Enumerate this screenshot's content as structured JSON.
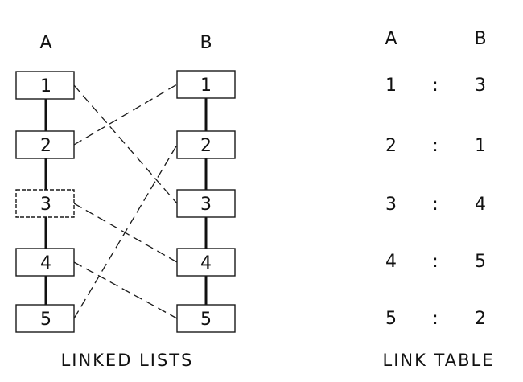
{
  "linked_lists": {
    "caption": "LINKED LISTS",
    "list_a": {
      "header": "A",
      "nodes": [
        "1",
        "2",
        "3",
        "4",
        "5"
      ]
    },
    "list_b": {
      "header": "B",
      "nodes": [
        "1",
        "2",
        "3",
        "4",
        "5"
      ]
    },
    "links": [
      {
        "from": "1",
        "to": "3"
      },
      {
        "from": "2",
        "to": "1"
      },
      {
        "from": "3",
        "to": "4"
      },
      {
        "from": "4",
        "to": "5"
      },
      {
        "from": "5",
        "to": "2"
      }
    ]
  },
  "link_table": {
    "caption": "LINK TABLE",
    "header_a": "A",
    "header_b": "B",
    "separator": ":",
    "rows": [
      {
        "a": "1",
        "b": "3"
      },
      {
        "a": "2",
        "b": "1"
      },
      {
        "a": "3",
        "b": "4"
      },
      {
        "a": "4",
        "b": "5"
      },
      {
        "a": "5",
        "b": "2"
      }
    ]
  }
}
